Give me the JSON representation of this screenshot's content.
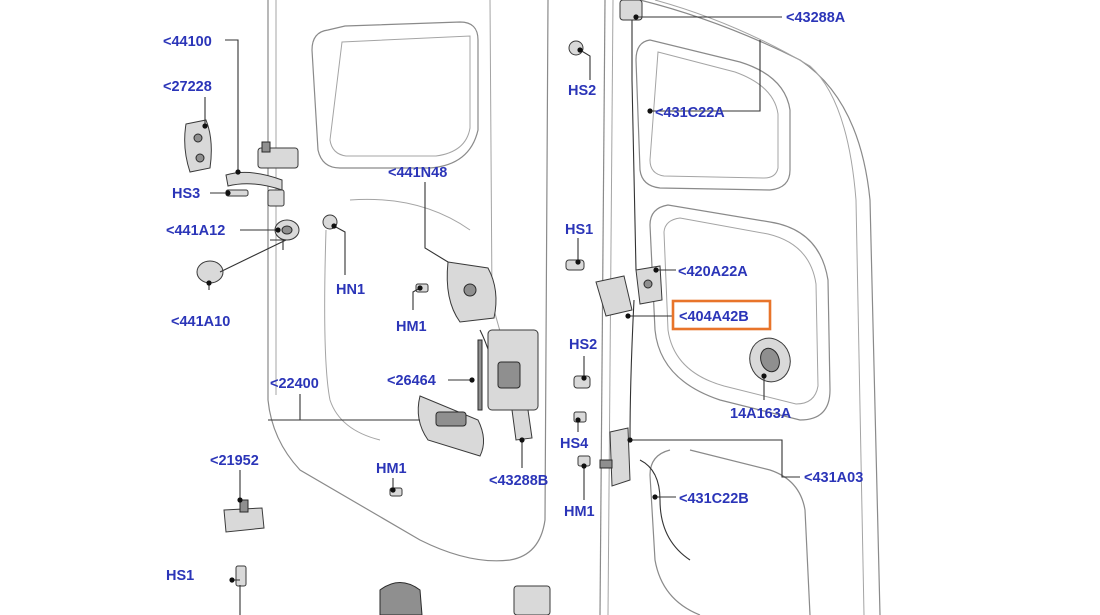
{
  "diagram": {
    "highlight_color": "#e8742a",
    "label_color": "#2b35b8",
    "highlighted_part": "<404A42B",
    "labels": {
      "p44100": "<44100",
      "p27228": "<27228",
      "hs3": "HS3",
      "p441A12": "<441A12",
      "p441A10": "<441A10",
      "hn1": "HN1",
      "p441N48": "<441N48",
      "hm1_top": "HM1",
      "p22400": "<22400",
      "p26464": "<26464",
      "p21952": "<21952",
      "hm1_mid": "HM1",
      "hs1_left": "HS1",
      "p43288B": "<43288B",
      "hs2_mid": "HS2",
      "hs4": "HS4",
      "hm1_right": "HM1",
      "p43288A": "<43288A",
      "hs2_top": "HS2",
      "p431C22A": "<431C22A",
      "hs1_right": "HS1",
      "p420A22A": "<420A22A",
      "p404A42B": "<404A42B",
      "p14A163A": "14A163A",
      "p431A03": "<431A03",
      "p431C22B": "<431C22B"
    }
  }
}
